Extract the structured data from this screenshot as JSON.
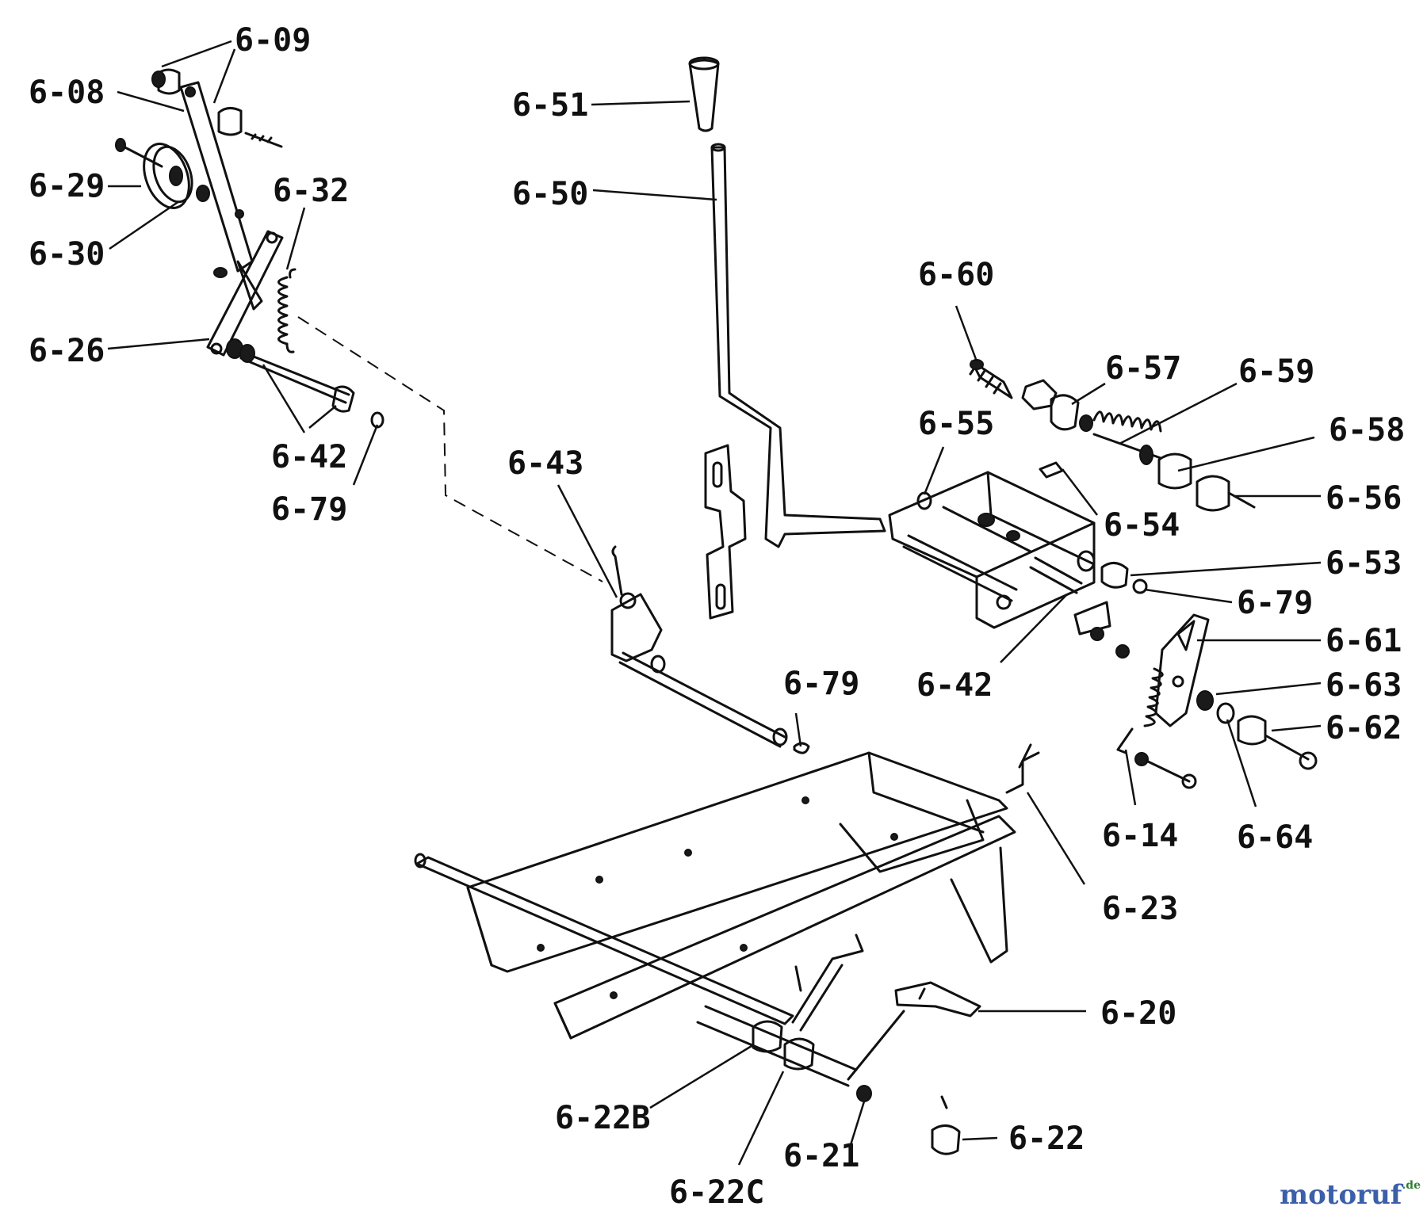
{
  "labels": {
    "l_6_09": "6-09",
    "l_6_08": "6-08",
    "l_6_29": "6-29",
    "l_6_30": "6-30",
    "l_6_32": "6-32",
    "l_6_26": "6-26",
    "l_6_42a": "6-42",
    "l_6_79a": "6-79",
    "l_6_51": "6-51",
    "l_6_50": "6-50",
    "l_6_43": "6-43",
    "l_6_60": "6-60",
    "l_6_57": "6-57",
    "l_6_59": "6-59",
    "l_6_58": "6-58",
    "l_6_55": "6-55",
    "l_6_56": "6-56",
    "l_6_54": "6-54",
    "l_6_53": "6-53",
    "l_6_79b": "6-79",
    "l_6_61": "6-61",
    "l_6_42b": "6-42",
    "l_6_63": "6-63",
    "l_6_62": "6-62",
    "l_6_79c": "6-79",
    "l_6_14": "6-14",
    "l_6_64": "6-64",
    "l_6_23": "6-23",
    "l_6_20": "6-20",
    "l_6_22b": "6-22B",
    "l_6_21": "6-21",
    "l_6_22": "6-22",
    "l_6_22c": "6-22C"
  },
  "watermark": {
    "brand": "motoruf",
    "suffix": ".de"
  }
}
